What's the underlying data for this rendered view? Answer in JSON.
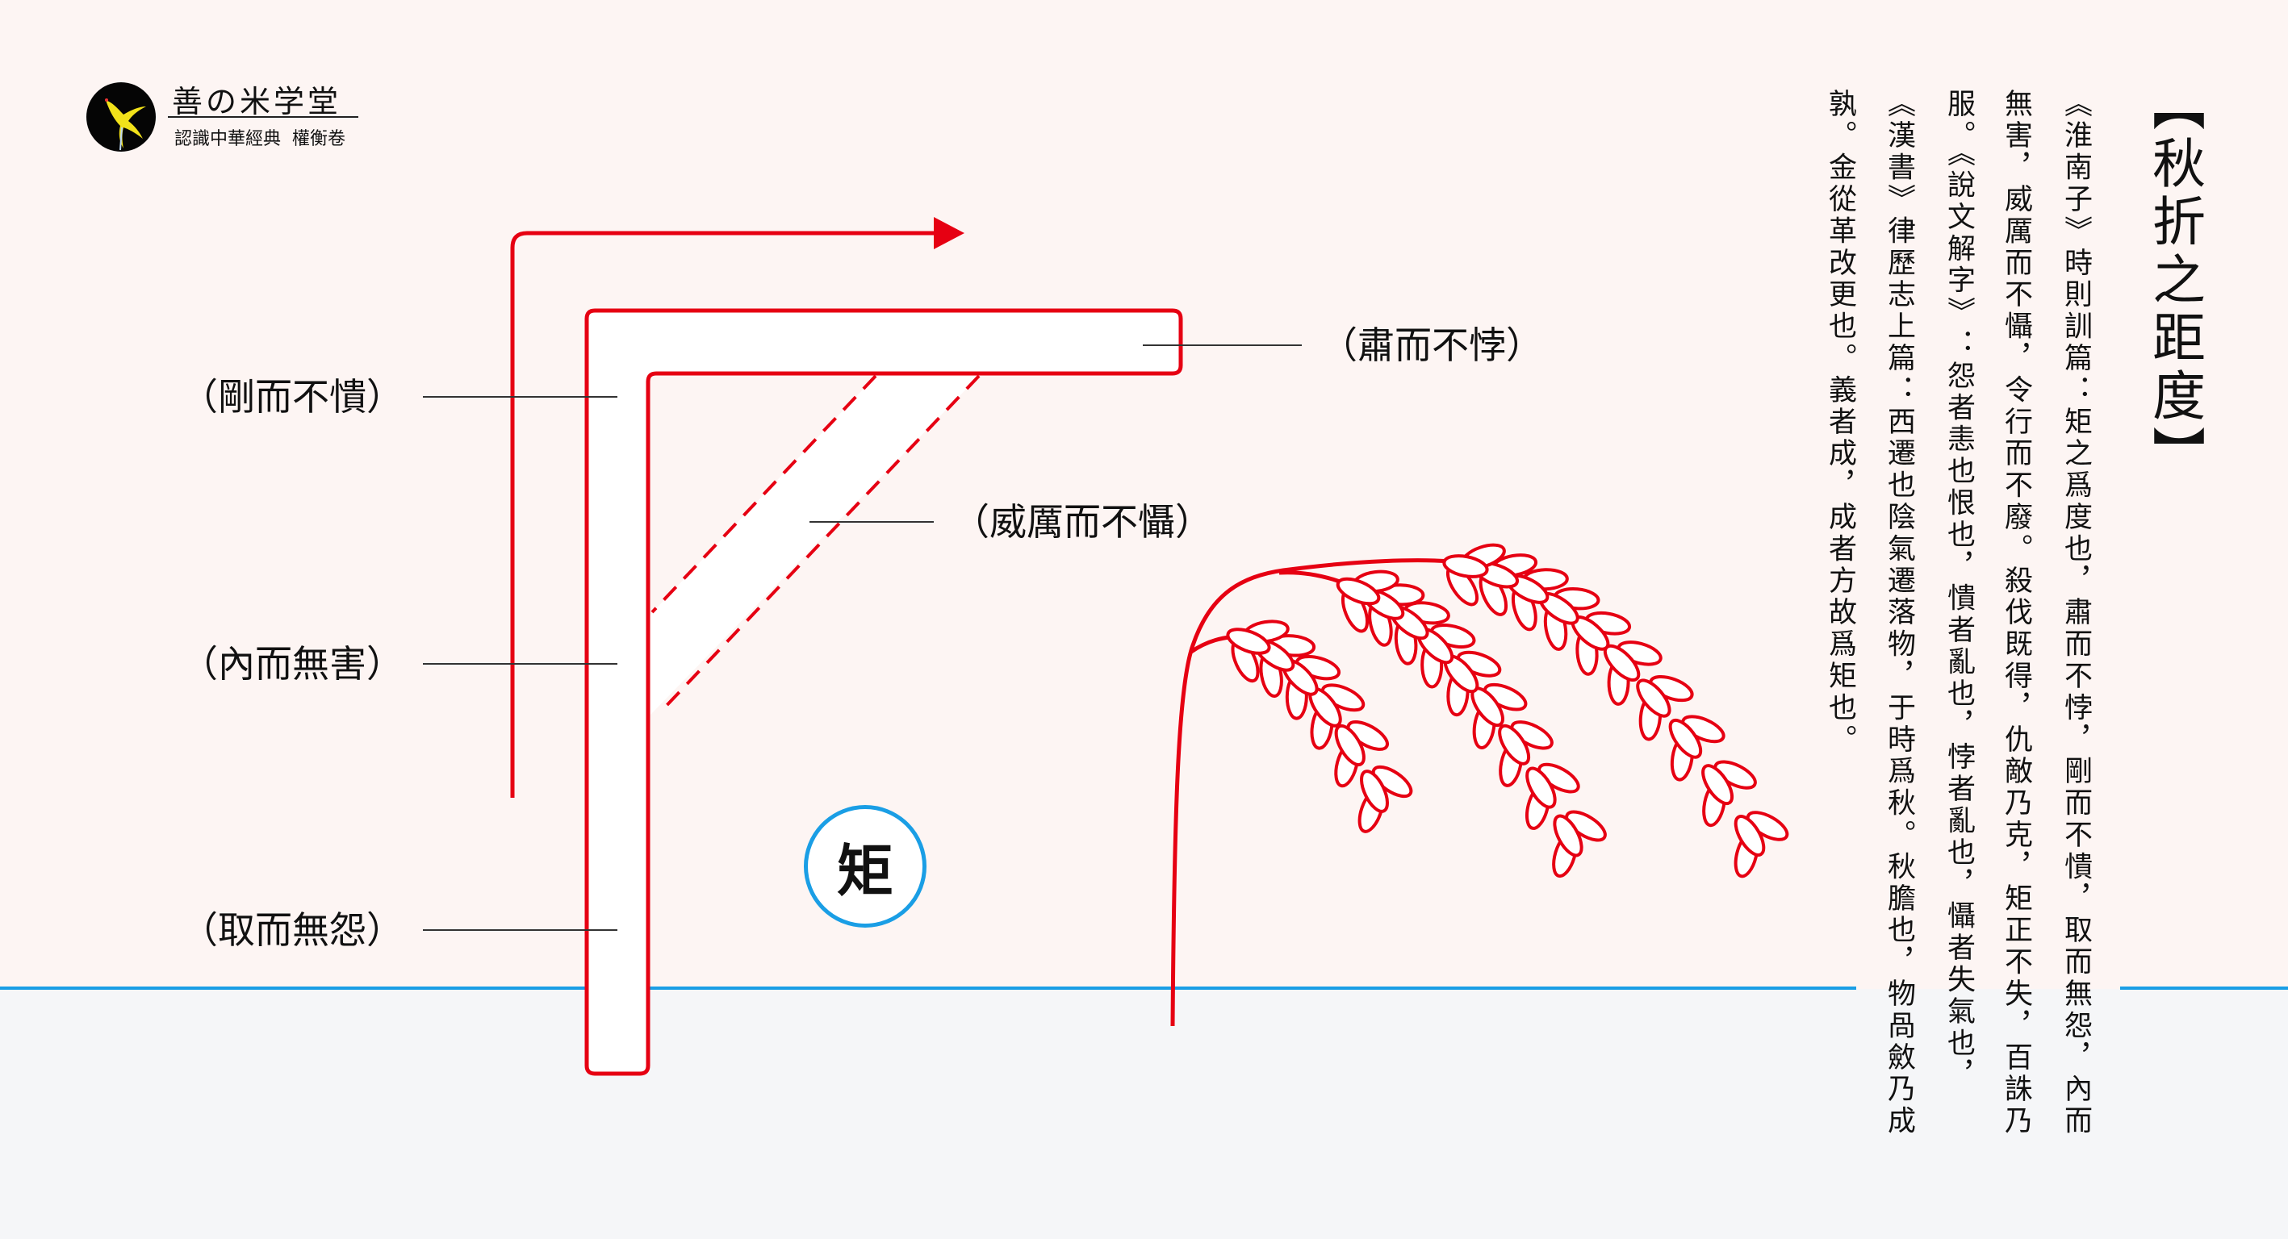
{
  "logo": {
    "name": "善の米学堂",
    "subtitle": "認識中華經典  權衡卷"
  },
  "title": "【秋折之距度】",
  "labels": {
    "top_right": "（肅而不悖）",
    "brace": "（威厲而不懾）",
    "left_1": "（剛而不憒）",
    "left_2": "（內而無害）",
    "left_3": "（取而無怨）"
  },
  "circle_char": "矩",
  "text_columns": [
    "《淮南子》時則訓篇：矩之爲度也，肅而不悖，剛而不憒，取而無怨，內而",
    "無害，威厲而不懾，令行而不廢。殺伐既得，仇敵乃克，矩正不失，百誅乃",
    "服。《說文解字》：怨者恚也恨也，憒者亂也，悖者亂也，懾者失氣也，",
    "《漢書》律歷志上篇：西遷也陰氣遷落物，于時爲秋。秋膽也，物咼斂乃成",
    "孰。金從革改更也。義者成，成者方故爲矩也。"
  ],
  "colors": {
    "red": "#e60012",
    "blue": "#1a9ee5",
    "paper": "#fdf5f3",
    "ground": "#f5f6f8"
  }
}
